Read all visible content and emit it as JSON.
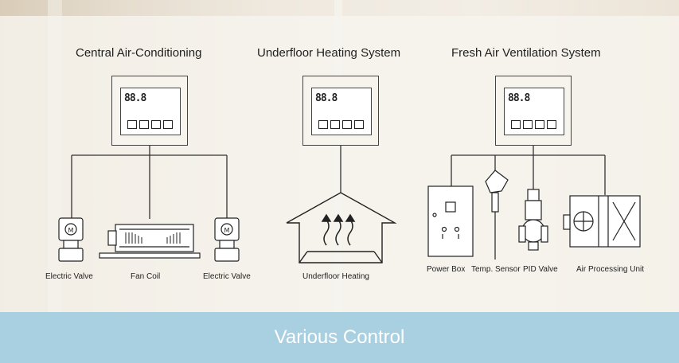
{
  "sections": [
    {
      "title": "Central Air-Conditioning",
      "labels": [
        "Electric Valve",
        "Fan Coil",
        "Electric Valve"
      ]
    },
    {
      "title": "Underfloor Heating System",
      "labels": [
        "Underfloor Heating"
      ]
    },
    {
      "title": "Fresh Air Ventilation System",
      "labels": [
        "Power Box",
        "Temp. Sensor",
        "PID Valve",
        "Air Processing Unit"
      ]
    }
  ],
  "thermostat": {
    "digits": "88.8"
  },
  "footer": {
    "title": "Various Control"
  },
  "colors": {
    "footer_band": "#a9d0e1",
    "line": "#333333",
    "background": "#f2ede5"
  }
}
